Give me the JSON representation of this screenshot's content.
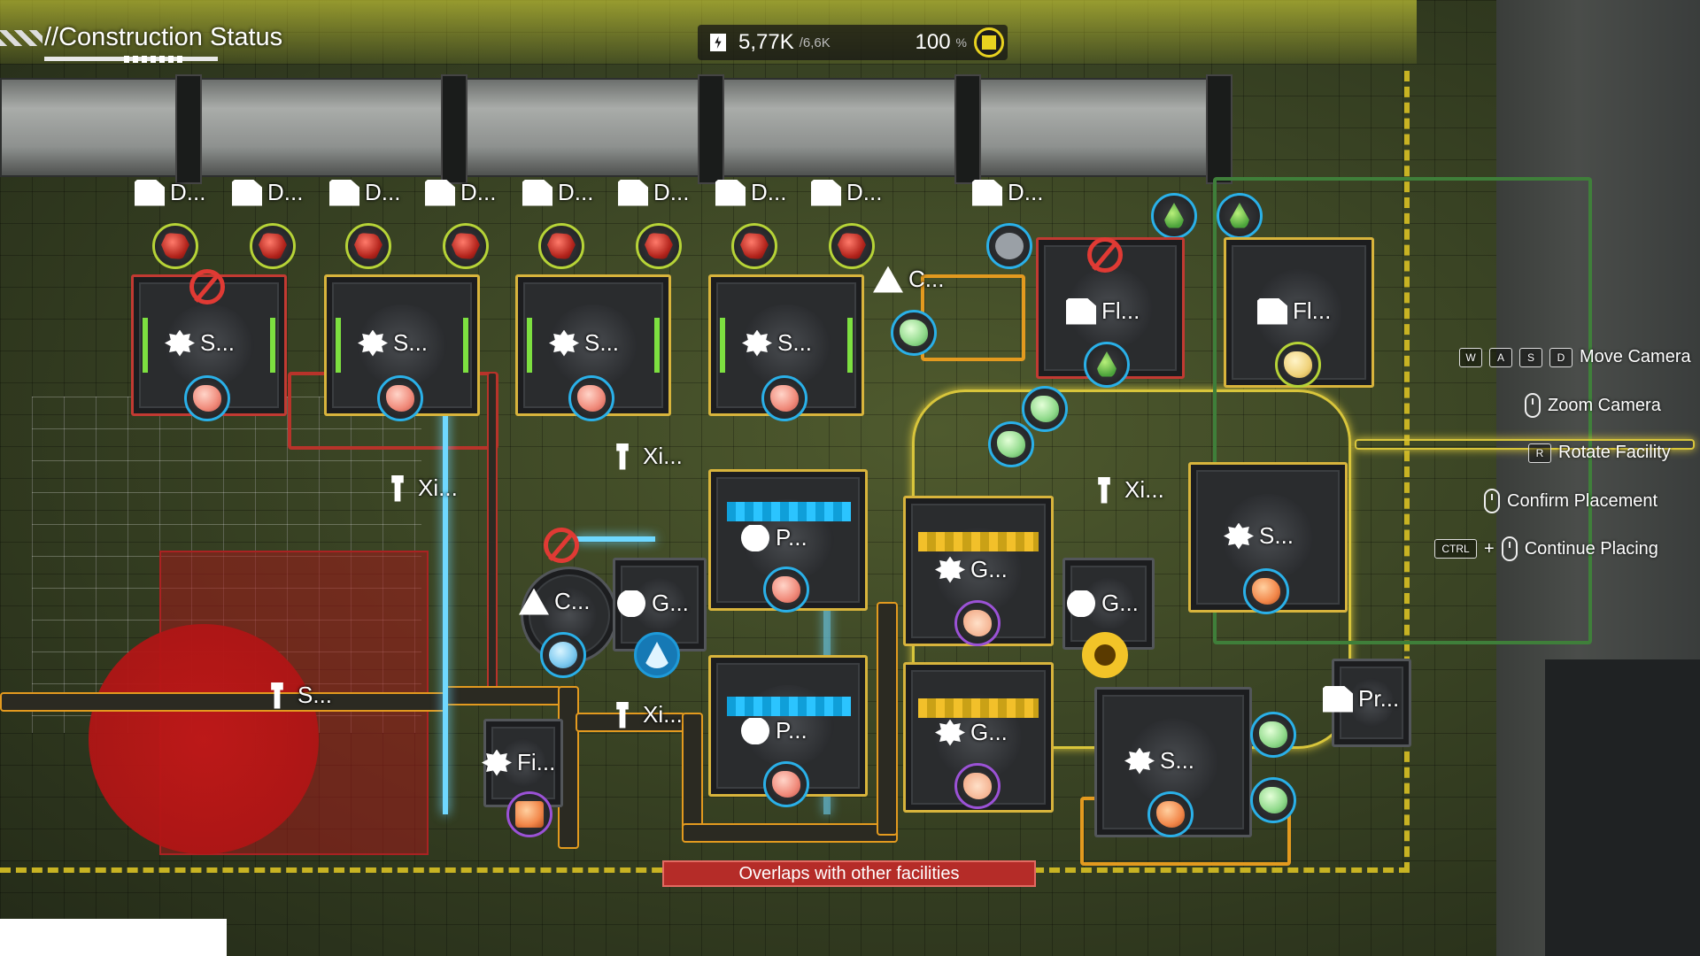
{
  "hud": {
    "title": "//Construction Status",
    "power_value": "5,77K",
    "power_max": "/6,6K",
    "percent_value": "100",
    "percent_sign": "%"
  },
  "controls": [
    {
      "keys": [
        "W",
        "A",
        "S",
        "D"
      ],
      "label": "Move Camera"
    },
    {
      "keys": [],
      "mouse": "scroll",
      "label": "Zoom Camera"
    },
    {
      "keys": [
        "R"
      ],
      "label": "Rotate Facility"
    },
    {
      "keys": [],
      "mouse": "left",
      "label": "Confirm Placement"
    },
    {
      "keys": [
        "CTRL"
      ],
      "plus": "+",
      "mouse": "left",
      "label": "Continue Placing"
    }
  ],
  "warning": "Overlaps with other facilities",
  "facilities": {
    "depots": [
      "D...",
      "D...",
      "D...",
      "D...",
      "D...",
      "D...",
      "D...",
      "D...",
      "D..."
    ],
    "s1": "S...",
    "s2": "S...",
    "s3": "S...",
    "s4": "S...",
    "c1": "C...",
    "fl1": "Fl...",
    "fl2": "Fl...",
    "xi1": "Xi...",
    "xi2": "Xi...",
    "xi3": "Xi...",
    "xi4": "Xi...",
    "c2": "C...",
    "g1": "G...",
    "p1": "P...",
    "p2": "P...",
    "g2": "G...",
    "g3": "G...",
    "g4": "G...",
    "s5": "S...",
    "s6": "S...",
    "s7": "S...",
    "pr": "Pr...",
    "fi": "Fi..."
  },
  "icons": {
    "power": "power-icon",
    "stability": "stability-icon"
  },
  "colors": {
    "accent": "#e8d21f",
    "warning": "#b52c28",
    "belt": "#e39a1f",
    "pipe": "#6fd8ff"
  }
}
